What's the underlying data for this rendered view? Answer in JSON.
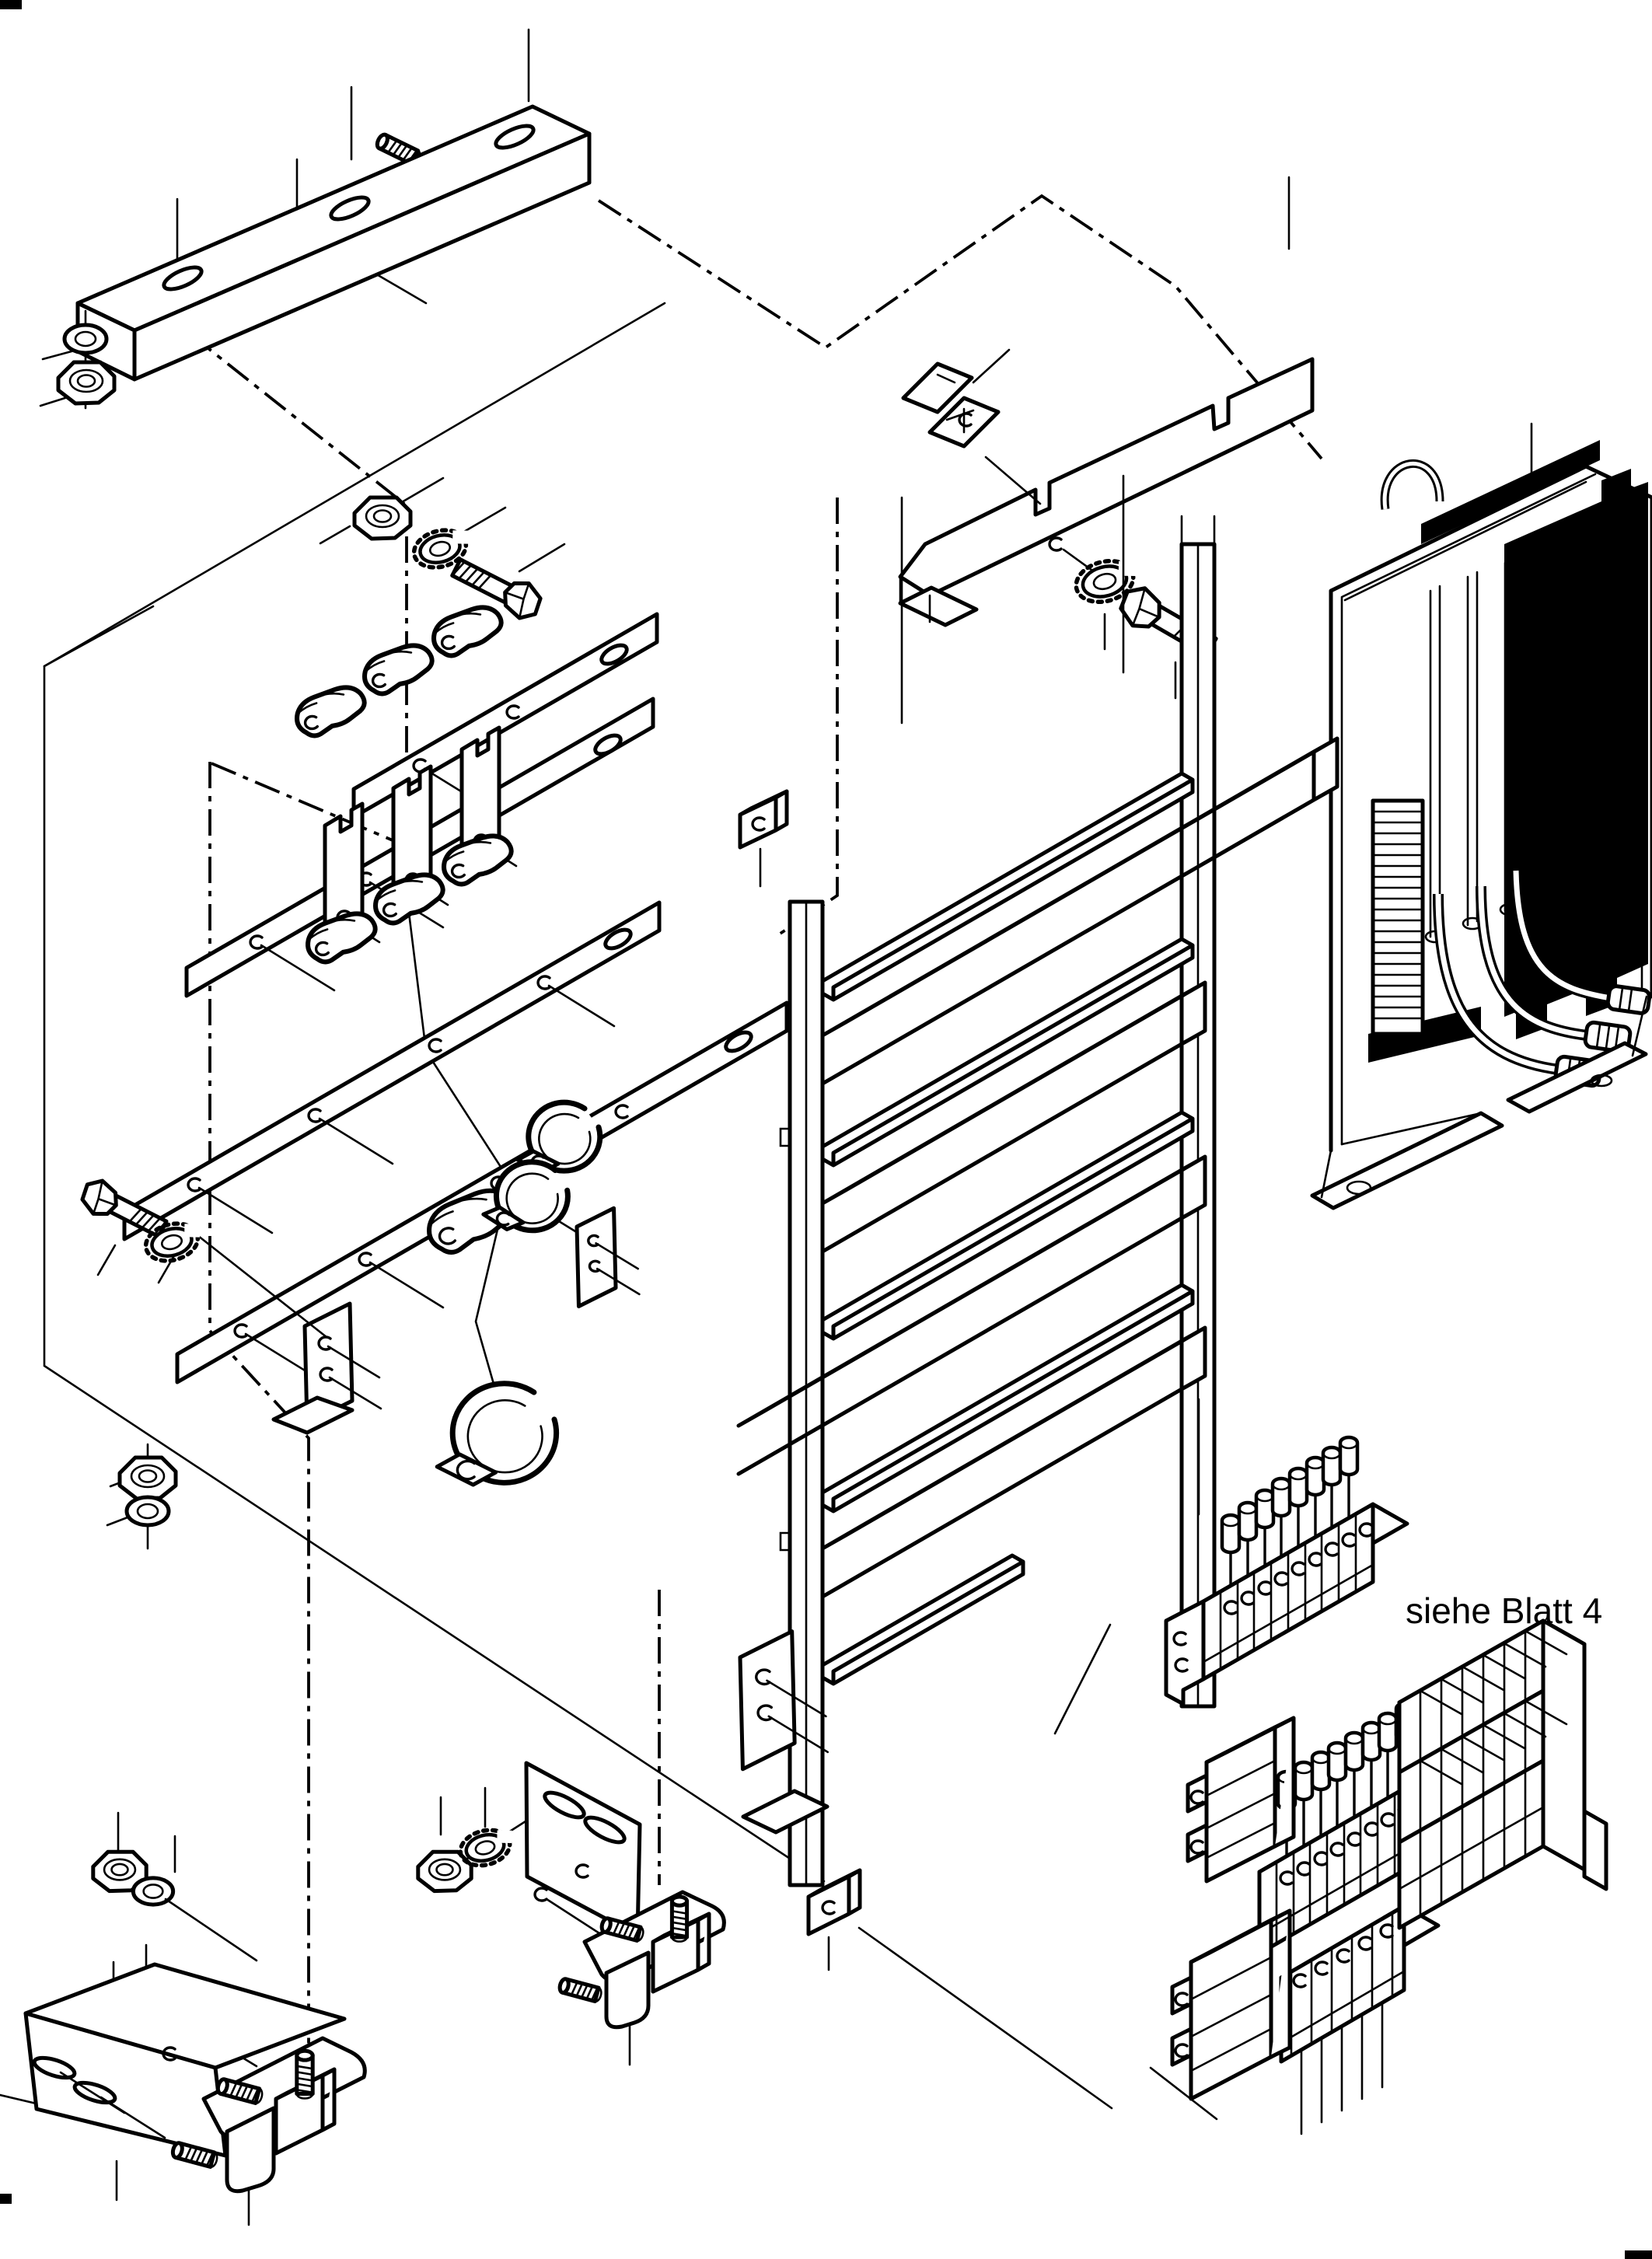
{
  "page": {
    "background": "#ffffff",
    "ink": "#000000",
    "kind": "technical exploded-parts drawing, sheet scan"
  },
  "annotation": {
    "see_sheet_note": "siehe Blatt 4"
  },
  "diagram": {
    "type": "exploded-assembly-drawing",
    "language": "de",
    "projection": "isometric line art",
    "assemblies": [
      "slotted-angle-rail-top-left",
      "notched-support-bracket-top-center",
      "t-slot-clip-block",
      "electrical-enclosure-with-heatsink-right",
      "bus-bar-panel-with-rails-center",
      "drilled-straps-with-cable-clamps-left",
      "stepped-z-brackets",
      "two-hole-angle-plates",
      "slotted-bracket-bottom-left",
      "slotted-bracket-bottom-center",
      "elbow-terminal-lugs",
      "din-terminal-strips-bottom-right",
      "fuse-terminal-block-bottom-right"
    ],
    "fasteners": [
      "hex-bolt",
      "lock-nut",
      "serrated-lock-washer",
      "flat-washer",
      "threaded-stud"
    ],
    "construction_lines": [
      "dash-dot phantom axes",
      "thin leader ticks without part numbers"
    ],
    "corner_marks": 3
  }
}
